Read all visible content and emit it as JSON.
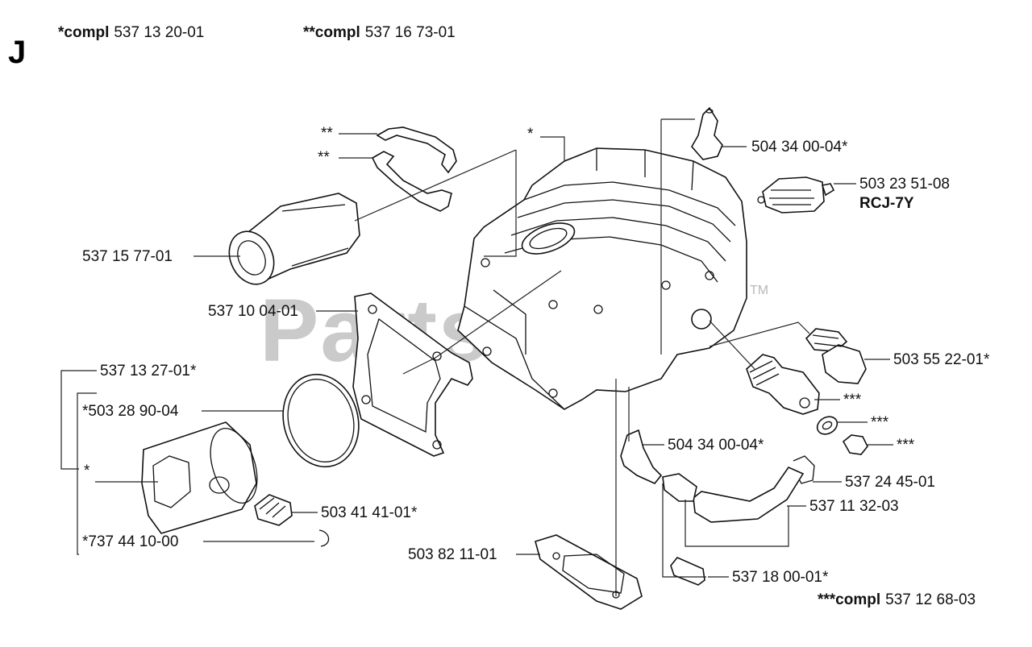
{
  "section_letter": "J",
  "header": {
    "compl1_prefix": "*compl",
    "compl1_number": "537 13 20-01",
    "compl2_prefix": "**compl",
    "compl2_number": "537 16 73-01"
  },
  "watermark": {
    "text": "PartsTree",
    "trademark": "TM"
  },
  "labels": {
    "stars_clip_a": "**",
    "stars_clip_b": "**",
    "star_cylinder": "*",
    "nipple_top": "504 34 00-04*",
    "spark_plug_number": "503 23 51-08",
    "spark_plug_type": "RCJ-7Y",
    "intake": "537 15 77-01",
    "gasket_intake": "537 10 04-01",
    "piston_kit": "537 13 27-01*",
    "piston_ring": "*503 28 90-04",
    "piston": "*",
    "bearing": "503 41 41-01*",
    "circlip": "*737 44 10-00",
    "plug_screw": "503 55 22-01*",
    "valve_a": "***",
    "washer": "***",
    "screw_b": "***",
    "nipple_lower": "504 34 00-04*",
    "clamp": "537 24 45-01",
    "hose": "537 11 32-03",
    "base_gasket": "503 82 11-01",
    "filter": "537 18 00-01*",
    "compl3_prefix": "***compl",
    "compl3_number": "537 12 68-03"
  }
}
